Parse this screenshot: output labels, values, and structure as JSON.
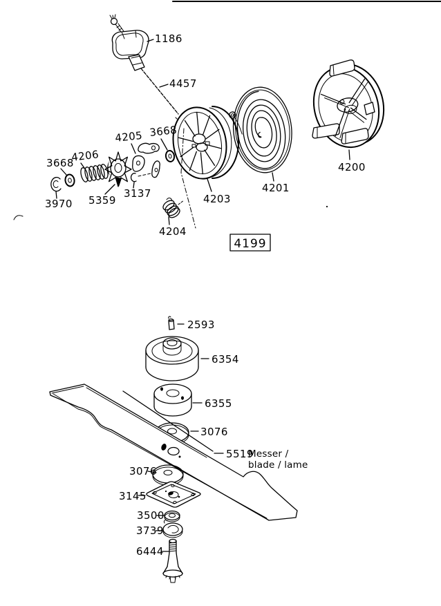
{
  "colors": {
    "ink": "#000000",
    "paper": "#ffffff"
  },
  "figure": {
    "group_box_label": "4199",
    "starter": {
      "handle": "1186",
      "rope": "4457",
      "pawl": "4205",
      "washer_a": "3668",
      "spring_coil": "4206",
      "washer_b": "3668",
      "circlip": "3970",
      "cam": "5359",
      "clip": "3137",
      "pulley": "4203",
      "recoil_spring": "4201",
      "housing": "4200",
      "return_spring": "4204"
    },
    "blade_assembly": {
      "pin": "2593",
      "drum": "6354",
      "adapter": "6355",
      "washer_upper": "3076",
      "blade": "5519",
      "blade_note_line1": "Messer /",
      "blade_note_line2": "blade / lame",
      "washer_lower": "3076",
      "plate": "3145",
      "washer_small": "3500",
      "lock_washer": "3739",
      "bolt": "6444"
    }
  }
}
